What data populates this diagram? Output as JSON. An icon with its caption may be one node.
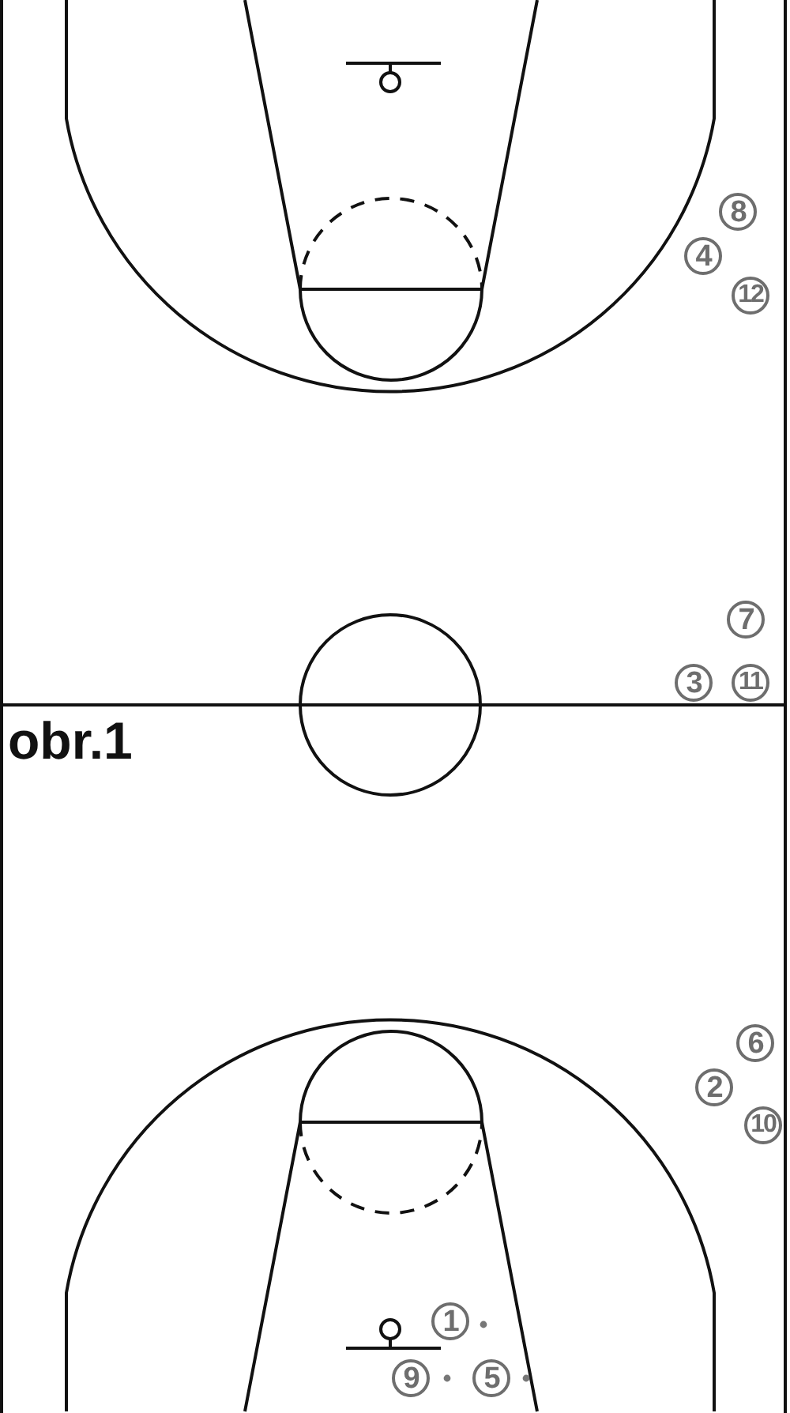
{
  "diagram": {
    "nodes": [
      {
        "text": [
          "8"
        ]
      },
      {
        "text": [
          "4"
        ]
      },
      {
        "text": [
          "12"
        ]
      },
      {
        "text": [
          "7"
        ]
      },
      {
        "text": [
          "3"
        ]
      },
      {
        "text": [
          "11"
        ]
      },
      {
        "text": [
          "6"
        ]
      },
      {
        "text": [
          "2"
        ]
      },
      {
        "text": [
          "10"
        ]
      },
      {
        "text": [
          "1"
        ]
      },
      {
        "text": [
          "9"
        ]
      },
      {
        "text": [
          "5"
        ]
      }
    ],
    "labels": [
      "obr.1"
    ]
  }
}
